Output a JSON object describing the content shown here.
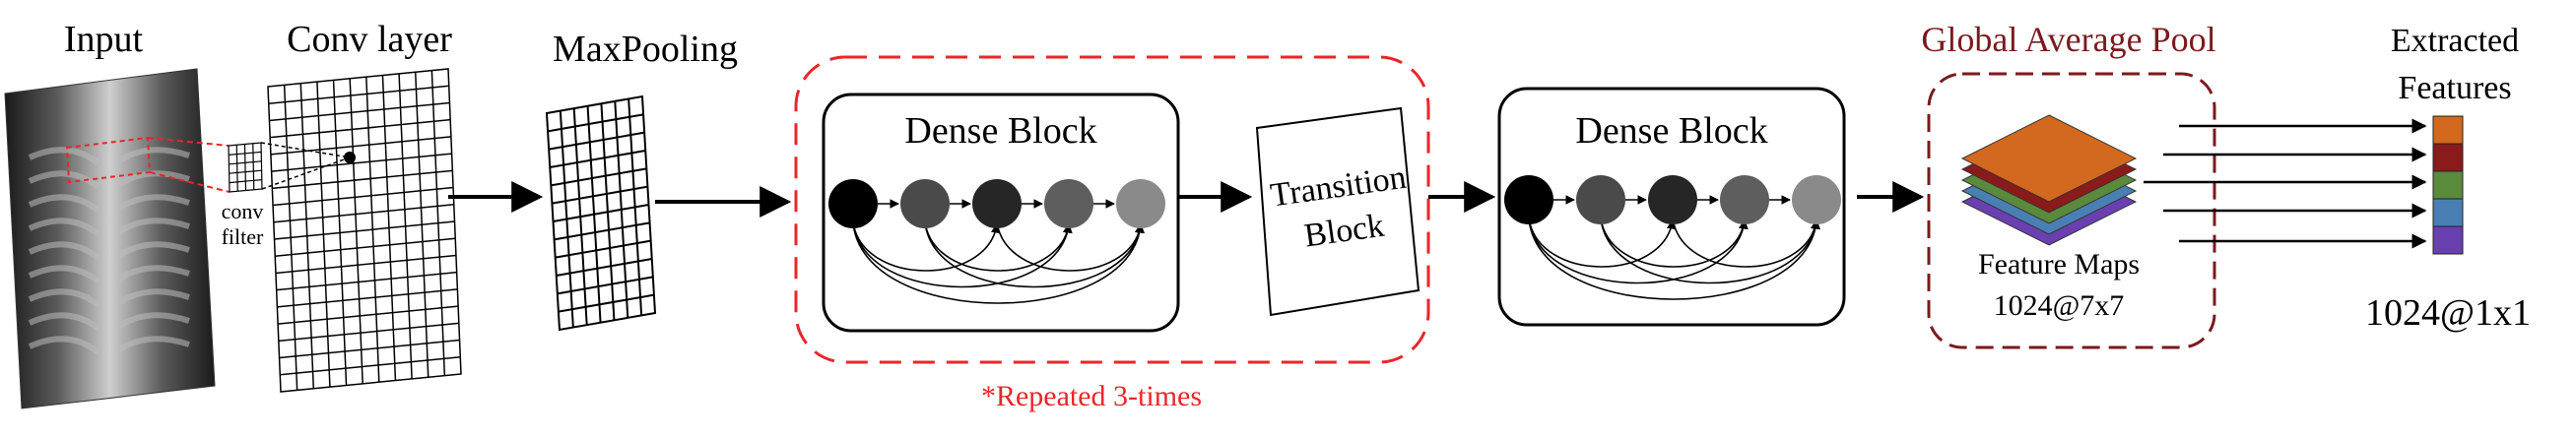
{
  "labels": {
    "input": "Input",
    "conv_layer": "Conv layer",
    "conv_filter_line1": "conv",
    "conv_filter_line2": "filter",
    "maxpooling": "MaxPooling",
    "dense_block_1": "Dense Block",
    "transition_line1": "Transition",
    "transition_line2": "Block",
    "dense_block_2": "Dense Block",
    "repeated": "*Repeated 3-times",
    "gap_title": "Global Average Pool",
    "feature_maps": "Feature Maps",
    "feature_maps_size": "1024@7x7",
    "extracted_line1": "Extracted",
    "extracted_line2": "Features",
    "output_size": "1024@1x1"
  },
  "colors": {
    "repeat_border": "#e8262a",
    "repeat_text": "#e8262a",
    "gap_border": "#7a1a1e",
    "gap_text": "#7a1a1e",
    "filter_red": "#e8262a"
  },
  "dense_block_nodes": [
    "#000000",
    "#4a4a4a",
    "#262626",
    "#5e5e5e",
    "#8a8a8a"
  ],
  "feature_map_layers": [
    "#6a3fb0",
    "#4a7fb4",
    "#5a8a3c",
    "#8b1a1a",
    "#d2691e"
  ],
  "feature_vector_segments": [
    "#d2691e",
    "#8b1a1a",
    "#5a8a3c",
    "#4a7fb4",
    "#6a3fb0"
  ]
}
